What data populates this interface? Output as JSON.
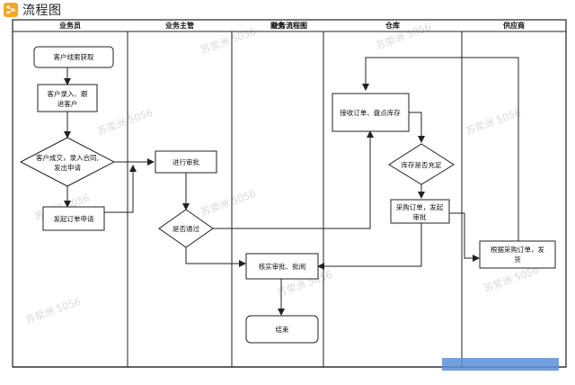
{
  "app": {
    "title": "流程图",
    "icon": "flowchart-app-icon",
    "accent": "#f5a623"
  },
  "diagram": {
    "title": "业务流程图",
    "lanes": [
      "业务员",
      "业务主管",
      "财务",
      "仓库",
      "供应商"
    ],
    "nodes": {
      "n1": "客户线索获取",
      "n2a": "客户录入、跟",
      "n2b": "进客户",
      "n3a": "客户成交，录入合同,",
      "n3b": "发出申请",
      "n4": "发起订单申请",
      "n5": "进行审批",
      "n6": "是否通过",
      "n7": "核实审批、批阅",
      "n8": "结束",
      "n9": "接收订单、盘点库存",
      "n10": "库存是否充足",
      "n11a": "采购订单，发起",
      "n11b": "审批",
      "n12a": "根据采购订单，发",
      "n12b": "货"
    },
    "watermark": "苏荥洲 5056"
  }
}
